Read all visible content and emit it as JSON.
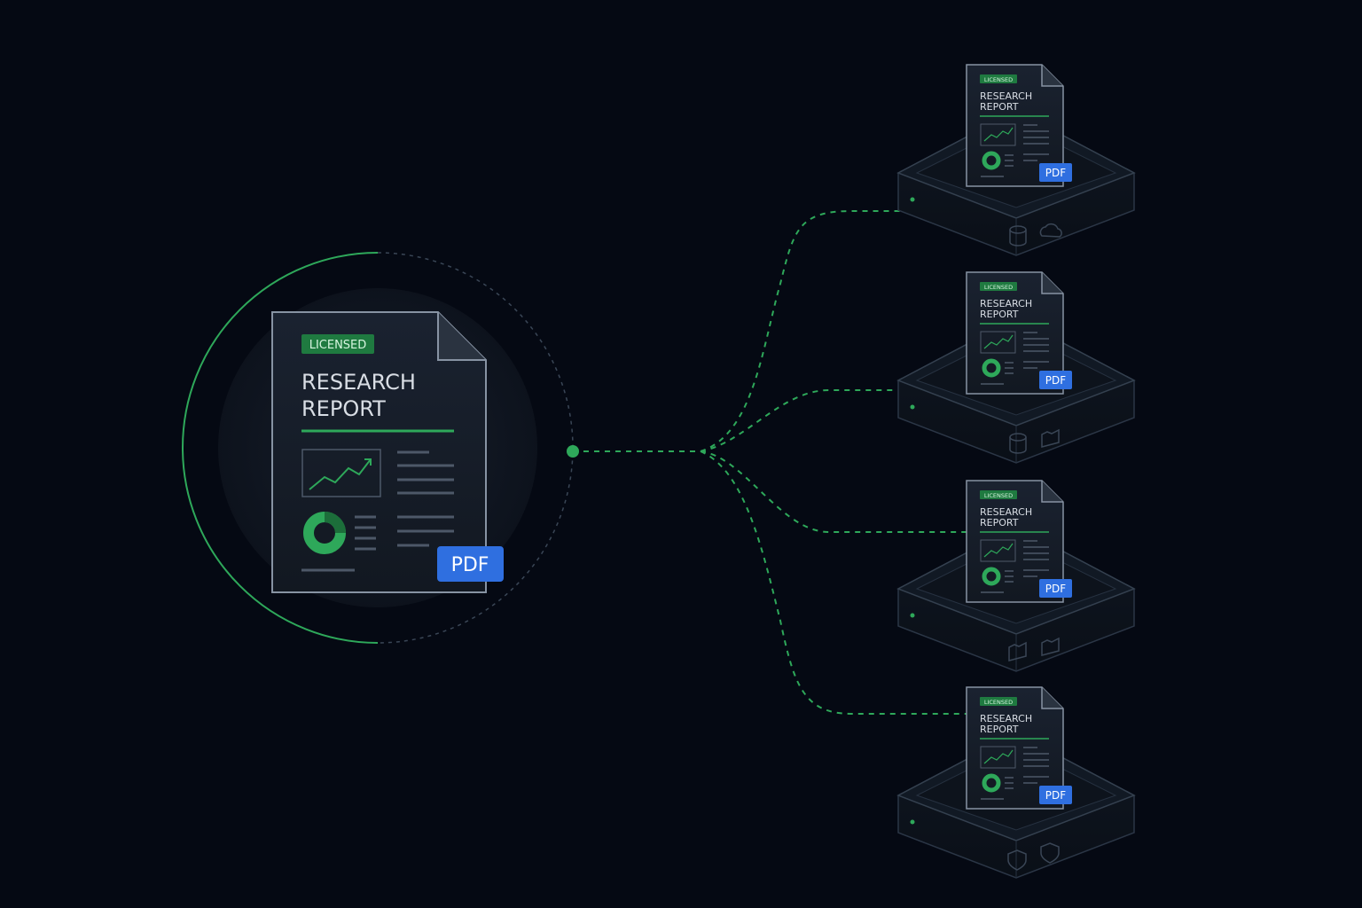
{
  "source_doc": {
    "badge": "LICENSED",
    "title_line1": "RESEARCH",
    "title_line2": "REPORT",
    "format_label": "PDF"
  },
  "destinations": [
    {
      "badge": "LICENSED",
      "title_line1": "RESEARCH",
      "title_line2": "REPORT",
      "format_label": "PDF",
      "base_icons": [
        "database-icon",
        "cloud-icon"
      ]
    },
    {
      "badge": "LICENSED",
      "title_line1": "RESEARCH",
      "title_line2": "REPORT",
      "format_label": "PDF",
      "base_icons": [
        "database-icon",
        "folder-icon"
      ]
    },
    {
      "badge": "LICENSED",
      "title_line1": "RESEARCH",
      "title_line2": "REPORT",
      "format_label": "PDF",
      "base_icons": [
        "folder-icon",
        "folder-icon"
      ]
    },
    {
      "badge": "LICENSED",
      "title_line1": "RESEARCH",
      "title_line2": "REPORT",
      "format_label": "PDF",
      "base_icons": [
        "shield-icon",
        "shield-icon"
      ]
    }
  ],
  "colors": {
    "background": "#050913",
    "accent_green": "#2ea85a",
    "pdf_blue": "#2f6fe0",
    "document_fill": "#141b26",
    "outline": "#5b6b80"
  }
}
